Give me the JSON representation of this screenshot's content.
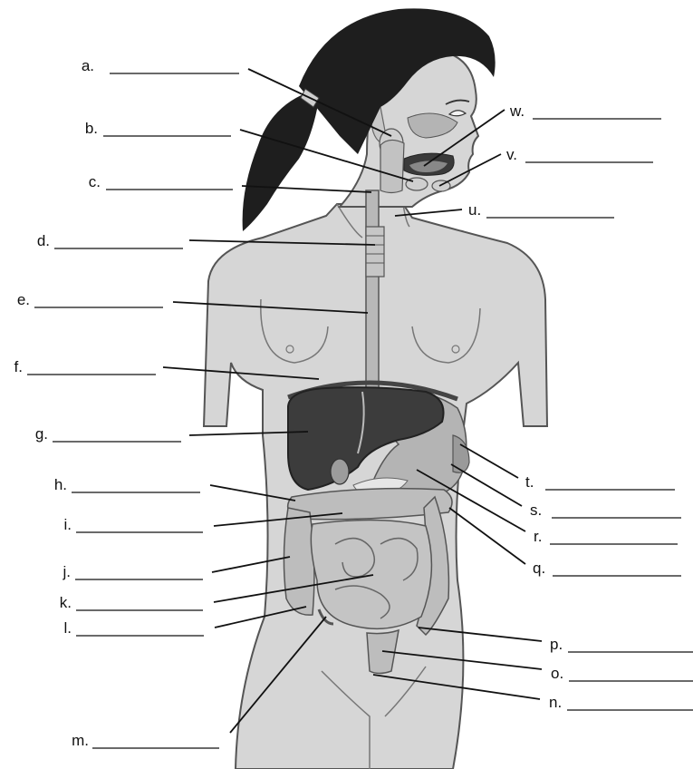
{
  "labels": {
    "a": "a.",
    "b": "b.",
    "c": "c.",
    "d": "d.",
    "e": "e.",
    "f": "f.",
    "g": "g.",
    "h": "h.",
    "i": "i.",
    "j": "j.",
    "k": "k.",
    "l": "l.",
    "m": "m.",
    "n": "n.",
    "o": "o.",
    "p": "p.",
    "q": "q.",
    "r": "r.",
    "s": "s.",
    "t": "t.",
    "u": "u.",
    "v": "v.",
    "w": "w."
  },
  "colors": {
    "skin": "#d6d6d6",
    "outline": "#555555",
    "hair": "#1e1e1e",
    "liver": "#3c3c3c",
    "stomach": "#b4b4b4",
    "intestine": "#bdbdbd",
    "esophagus": "#b8b8b8",
    "line": "#111111"
  }
}
